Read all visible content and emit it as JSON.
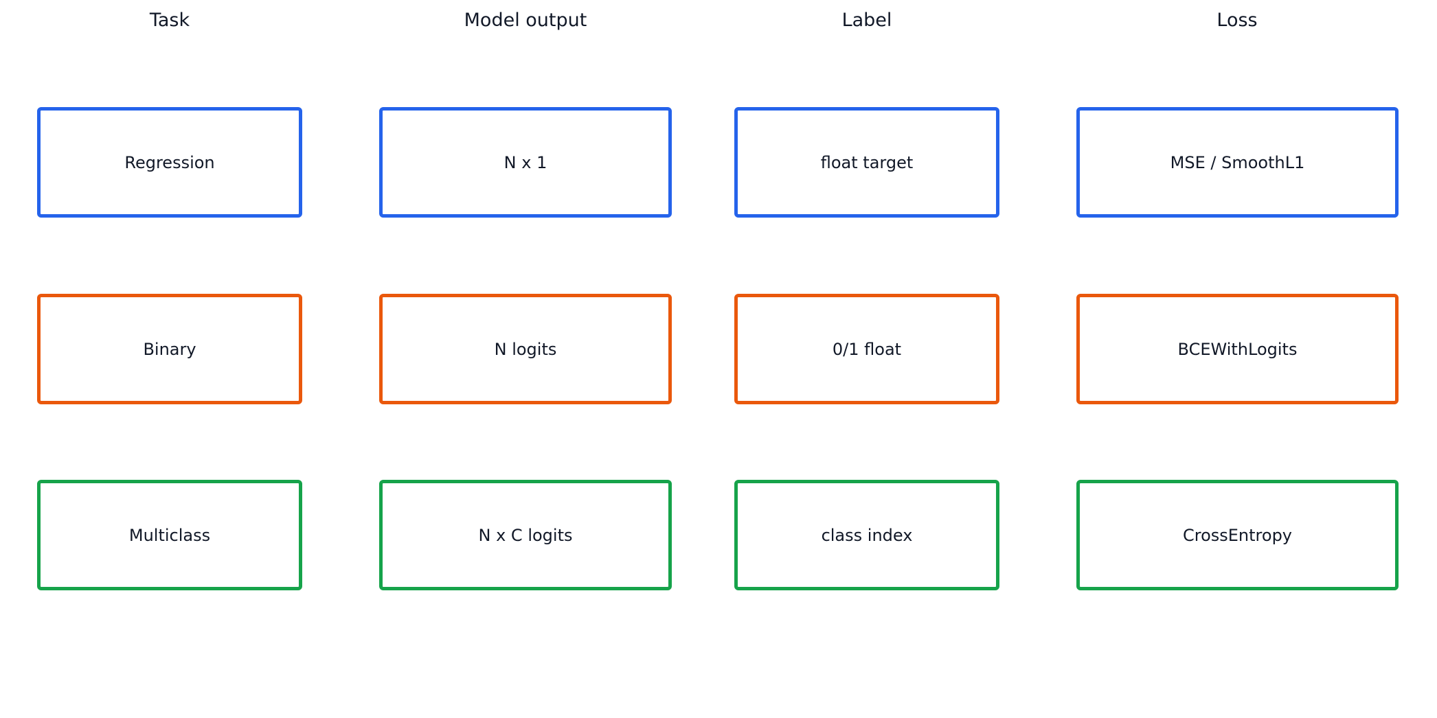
{
  "headers": [
    "Task",
    "Model output",
    "Label",
    "Loss"
  ],
  "rows": [
    {
      "name": "regression",
      "color": "#2563eb",
      "cells": [
        "Regression",
        "N x 1",
        "float target",
        "MSE / SmoothL1"
      ]
    },
    {
      "name": "binary",
      "color": "#ea580c",
      "cells": [
        "Binary",
        "N logits",
        "0/1 float",
        "BCEWithLogits"
      ]
    },
    {
      "name": "multiclass",
      "color": "#16a34a",
      "cells": [
        "Multiclass",
        "N x C logits",
        "class index",
        "CrossEntropy"
      ]
    }
  ]
}
